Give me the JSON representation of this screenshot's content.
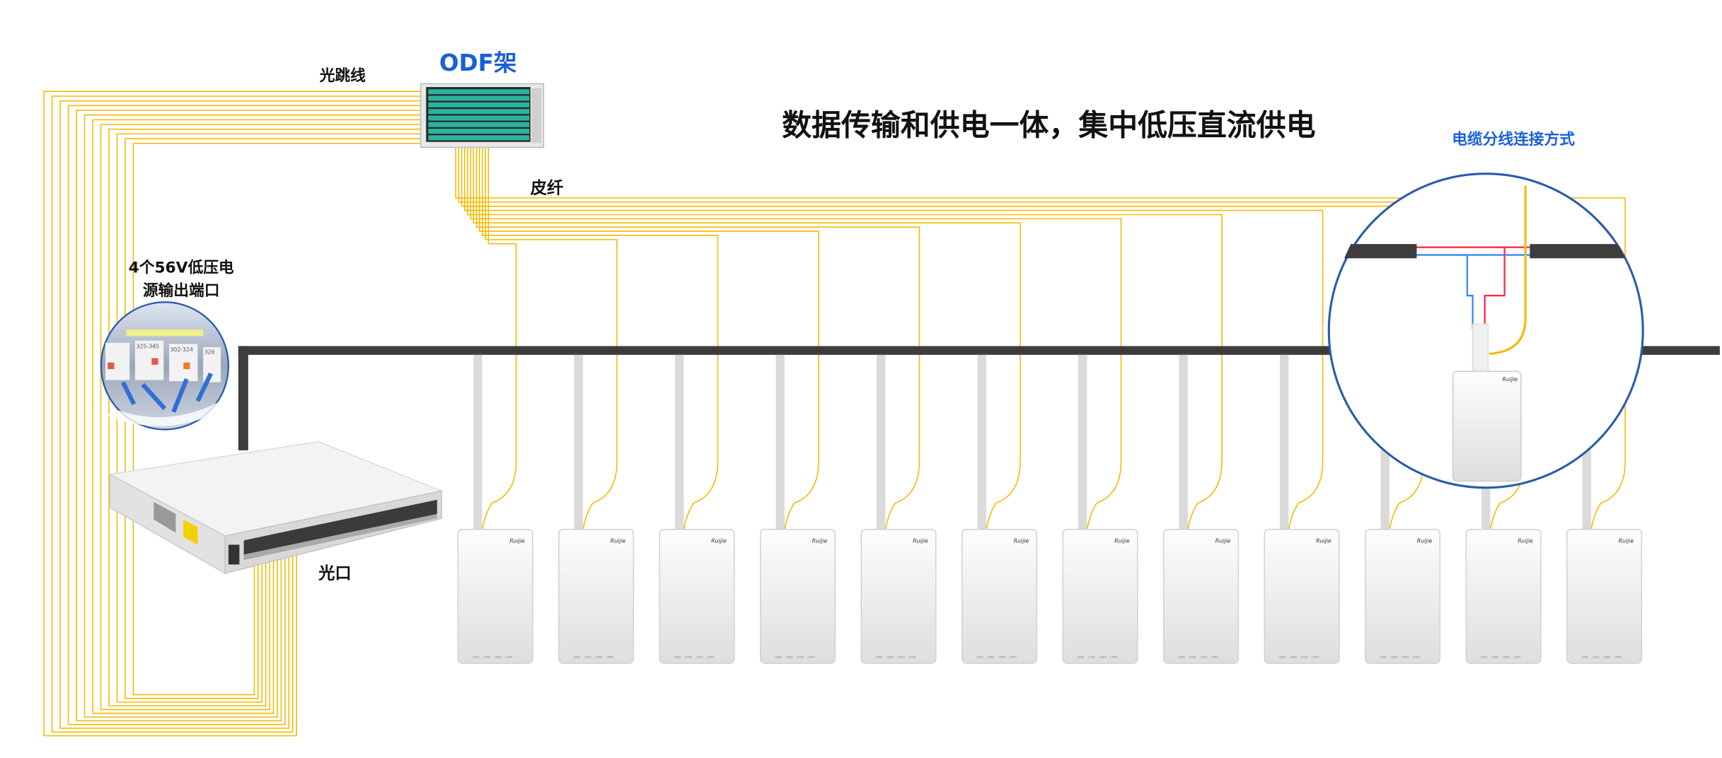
{
  "title": "数据传输和供电一体，集中低压直流供电",
  "labels": {
    "odf": "ODF架",
    "jumper": "光跳线",
    "drop_fiber": "皮纤",
    "power_ports_line1": "4个56V低压电",
    "power_ports_line2": "源输出端口",
    "optical_ports": "光口",
    "cable_branch": "电缆分线连接方式"
  },
  "ap": {
    "count": 12,
    "brand": "Ruijie",
    "ports": [
      "LAN1",
      "LAN2",
      "LAN3",
      "LAN4"
    ]
  },
  "inset_labels": [
    "325-345",
    "302-324",
    "326"
  ],
  "colors": {
    "fiber": "#f5b800",
    "cable": "#3d3d3d",
    "accent_blue": "#1a5fd6",
    "circle": "#2a5caa",
    "wire_red": "#ff2b4a",
    "wire_blue": "#3a86ff"
  }
}
